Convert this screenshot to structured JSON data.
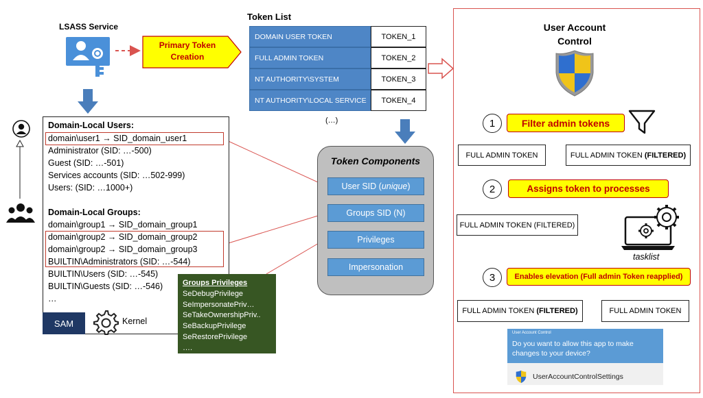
{
  "lsass": {
    "title": "LSASS Service"
  },
  "primary_token": {
    "label": "Primary Token Creation"
  },
  "token_list": {
    "title": "Token List",
    "rows": [
      {
        "name": "DOMAIN USER TOKEN",
        "id": "TOKEN_1"
      },
      {
        "name": "FULL ADMIN TOKEN",
        "id": "TOKEN_2"
      },
      {
        "name": "NT AUTHORITY\\SYSTEM",
        "id": "TOKEN_3"
      },
      {
        "name": "NT AUTHORITY\\LOCAL SERVICE",
        "id": "TOKEN_4"
      }
    ],
    "ellipsis": "(…)"
  },
  "sam": {
    "lines": [
      "Domain-Local Users:",
      "domain\\user1 → SID_domain_user1",
      "Administrator (SID: …-500)",
      "Guest (SID: …-501)",
      "Services accounts (SID: …502-999)",
      "Users: (SID: …1000+)",
      "Domain-Local Groups:",
      "domain\\group1 → SID_domain_group1",
      "domain\\group2 → SID_domain_group2",
      "domain\\group2 → SID_domain_group3",
      "BUILTIN\\Administrators (SID: …-544)",
      "BUILTIN\\Users (SID: …-545)",
      "BUILTIN\\Guests (SID: …-546)",
      "…"
    ],
    "label": "SAM",
    "kernel": "Kernel"
  },
  "groups_privileges": {
    "title": "Groups Privileges",
    "items": [
      "SeDebugPrivilege",
      "SeImpersonatePriv…",
      "SeTakeOwnershipPriv..",
      "SeBackupPrivilege",
      "SeRestorePrivilege",
      "…."
    ]
  },
  "token_components": {
    "title": "Token Components",
    "user_sid_prefix": "User SID (",
    "user_sid_em": "unique",
    "user_sid_suffix": ")",
    "items": [
      "Groups SID (N)",
      "Privileges",
      "Impersonation"
    ]
  },
  "uac": {
    "title": "User Account Control",
    "step1": {
      "num": "1",
      "label": "Filter admin tokens",
      "from": "FULL ADMIN TOKEN",
      "to_plain": "FULL ADMIN TOKEN ",
      "to_bold": "(FILTERED)"
    },
    "step2": {
      "num": "2",
      "label": "Assigns token to processes",
      "from": "FULL ADMIN TOKEN (FILTERED)",
      "caption": "tasklist"
    },
    "step3": {
      "num": "3",
      "label": "Enables elevation (Full admin Token reapplied)",
      "from_plain": "FULL ADMIN TOKEN ",
      "from_bold": "(FILTERED)",
      "to": "FULL ADMIN TOKEN"
    },
    "dialog": {
      "caption": "User Account Control",
      "question": "Do you want to allow this app to make changes to your device?",
      "app": "UserAccountControlSettings"
    }
  },
  "colors": {
    "token_blue": "#4e86c6",
    "arrow_blue": "#4a7ebb",
    "red": "#c00000",
    "highlight": "#ffff00",
    "sam_navy": "#1f3864",
    "privileges_green": "#375623"
  }
}
